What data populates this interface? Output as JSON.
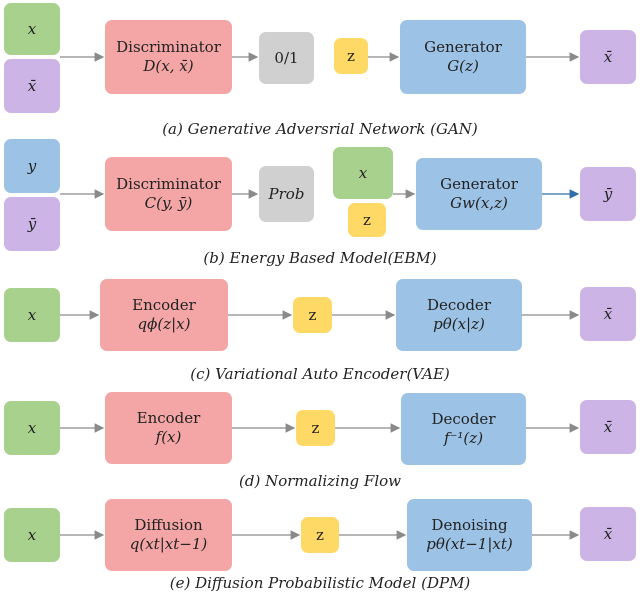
{
  "gan": {
    "input_top": "x",
    "input_bottom": "x̄",
    "disc_title": "Discriminator",
    "disc_func": "D(x, x̄)",
    "output": "0/1",
    "latent": "z",
    "gen_title": "Generator",
    "gen_func": "G(z)",
    "gen_out": "x̄",
    "caption": "(a) Generative Adversrial Network (GAN)"
  },
  "ebm": {
    "input_top": "y",
    "input_bottom": "ȳ",
    "disc_title": "Discriminator",
    "disc_func": "C(y, ȳ)",
    "output": "Prob",
    "cond": "x",
    "latent": "z",
    "gen_title": "Generator",
    "gen_func": "Gw(x,z)",
    "gen_out": "ȳ",
    "caption": "(b) Energy Based Model(EBM)"
  },
  "vae": {
    "input": "x",
    "enc_title": "Encoder",
    "enc_func": "qϕ(z|x)",
    "latent": "z",
    "dec_title": "Decoder",
    "dec_func": "pθ(x|z)",
    "output": "x̄",
    "caption": "(c) Variational Auto Encoder(VAE)"
  },
  "flow": {
    "input": "x",
    "enc_title": "Encoder",
    "enc_func": "f(x)",
    "latent": "z",
    "dec_title": "Decoder",
    "dec_func": "f⁻¹(z)",
    "output": "x̄",
    "caption": "(d) Normalizing Flow"
  },
  "dpm": {
    "input": "x",
    "enc_title": "Diffusion",
    "enc_func": "q(xt|xt−1)",
    "latent": "z",
    "dec_title": "Denoising",
    "dec_func": "pθ(xt−1|xt)",
    "output": "x̄",
    "caption": "(e) Diffusion Probabilistic Model (DPM)"
  },
  "colors": {
    "input": "#a9d18e",
    "output": "#cdb4e6",
    "encoder": "#f4a6a6",
    "decoder": "#9cc3e6",
    "latent": "#ffd966",
    "prob": "#d0d0d0",
    "arrow": "#8a8a8a"
  }
}
